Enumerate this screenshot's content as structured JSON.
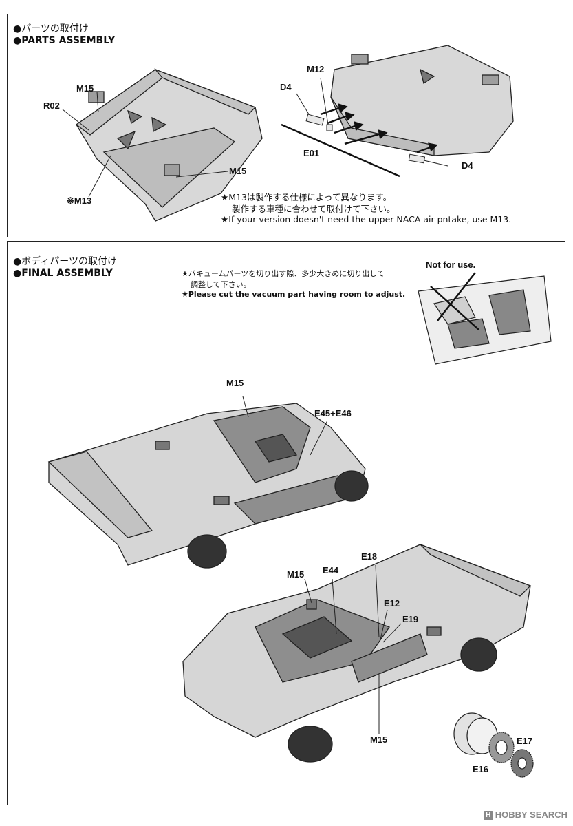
{
  "section1": {
    "title_jp": "●パーツの取付け",
    "title_en": "●PARTS ASSEMBLY",
    "labels": {
      "m15_top": "M15",
      "r02": "R02",
      "m15_bottom": "M15",
      "m13": "※M13",
      "m12": "M12",
      "d4_left": "D4",
      "e01": "E01",
      "d4_right": "D4"
    },
    "notes": {
      "jp1": "★M13は製作する仕様によって異なります。",
      "jp2": "製作する車種に合わせて取付けて下さい。",
      "en": "★If your version doesn't need the upper NACA air pntake, use M13."
    }
  },
  "section2": {
    "title_jp": "●ボディパーツの取付け",
    "title_en": "●FINAL ASSEMBLY",
    "notes": {
      "jp1": "★バキュームパーツを切り出す際、多少大きめに切り出して",
      "jp2": "調整して下さい。",
      "en": "★Please cut the vacuum part having room to adjust."
    },
    "not_for_use": "Not for use.",
    "labels": {
      "m15_a": "M15",
      "e45_e46": "E45+E46",
      "e18": "E18",
      "m15_b": "M15",
      "e44": "E44",
      "e12": "E12",
      "e19": "E19",
      "m15_c": "M15",
      "e17": "E17",
      "e16": "E16"
    }
  },
  "watermark": {
    "badge": "H",
    "text": "HOBBY SEARCH"
  }
}
